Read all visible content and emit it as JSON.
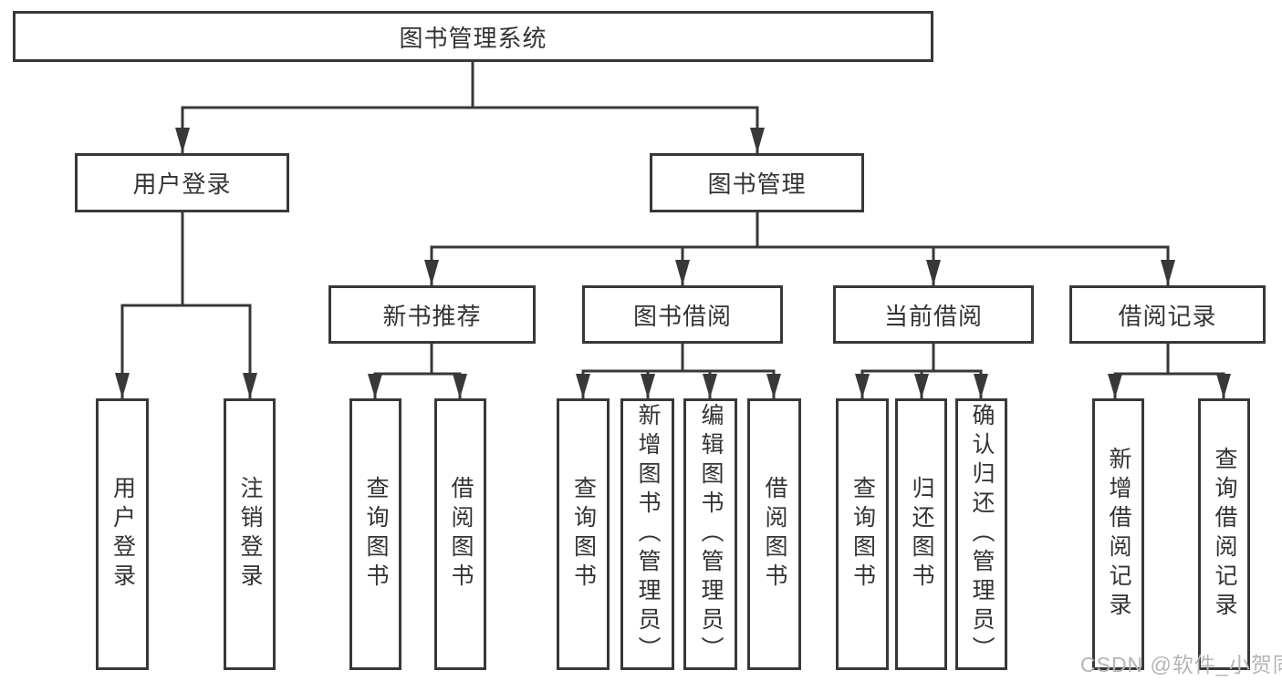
{
  "diagram": {
    "title": "图书管理系统",
    "root": {
      "label": "图书管理系统"
    },
    "branches": [
      {
        "label": "用户登录",
        "children": [
          {
            "label": "用户登录"
          },
          {
            "label": "注销登录"
          }
        ]
      },
      {
        "label": "图书管理",
        "groups": [
          {
            "label": "新书推荐",
            "children": [
              {
                "label": "查询图书"
              },
              {
                "label": "借阅图书"
              }
            ]
          },
          {
            "label": "图书借阅",
            "children": [
              {
                "label": "查询图书"
              },
              {
                "label": "新增图书（管理员）"
              },
              {
                "label": "编辑图书（管理员）"
              },
              {
                "label": "借阅图书"
              }
            ]
          },
          {
            "label": "当前借阅",
            "children": [
              {
                "label": "查询图书"
              },
              {
                "label": "归还图书"
              },
              {
                "label": "确认归还（管理员）"
              }
            ]
          },
          {
            "label": "借阅记录",
            "children": [
              {
                "label": "新增借阅记录"
              },
              {
                "label": "查询借阅记录"
              }
            ]
          }
        ]
      }
    ]
  },
  "watermark": {
    "text": "CSDN @软件_小贺同学",
    "color": "#b5b5b5"
  },
  "colors": {
    "line": "#383838",
    "box_border": "#383838",
    "text": "#333333",
    "background": "#ffffff"
  }
}
